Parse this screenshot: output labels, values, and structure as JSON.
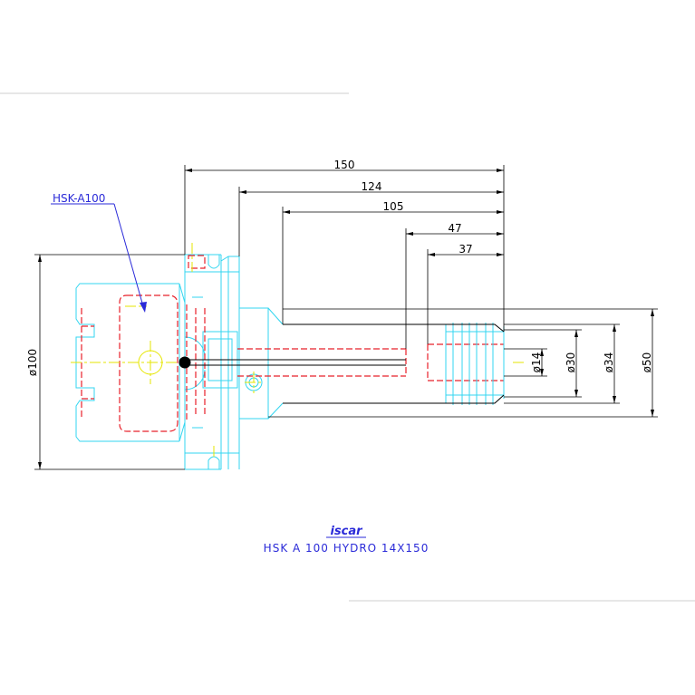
{
  "callout_label": "HSK-A100",
  "dimensions": {
    "length_150": "150",
    "length_124": "124",
    "length_105": "105",
    "length_47": "47",
    "length_37": "37",
    "dia_100": "ø100",
    "dia_14": "ø14",
    "dia_30": "ø30",
    "dia_34": "ø34",
    "dia_50": "ø50"
  },
  "logo_text": "iscar",
  "title": "HSK A 100 HYDRO 14X150",
  "colors": {
    "dimension": "#000000",
    "outline": "#33d6f0",
    "hidden": "#e8202a",
    "centerline": "#e6e600",
    "annotation": "#2a2ad8"
  }
}
